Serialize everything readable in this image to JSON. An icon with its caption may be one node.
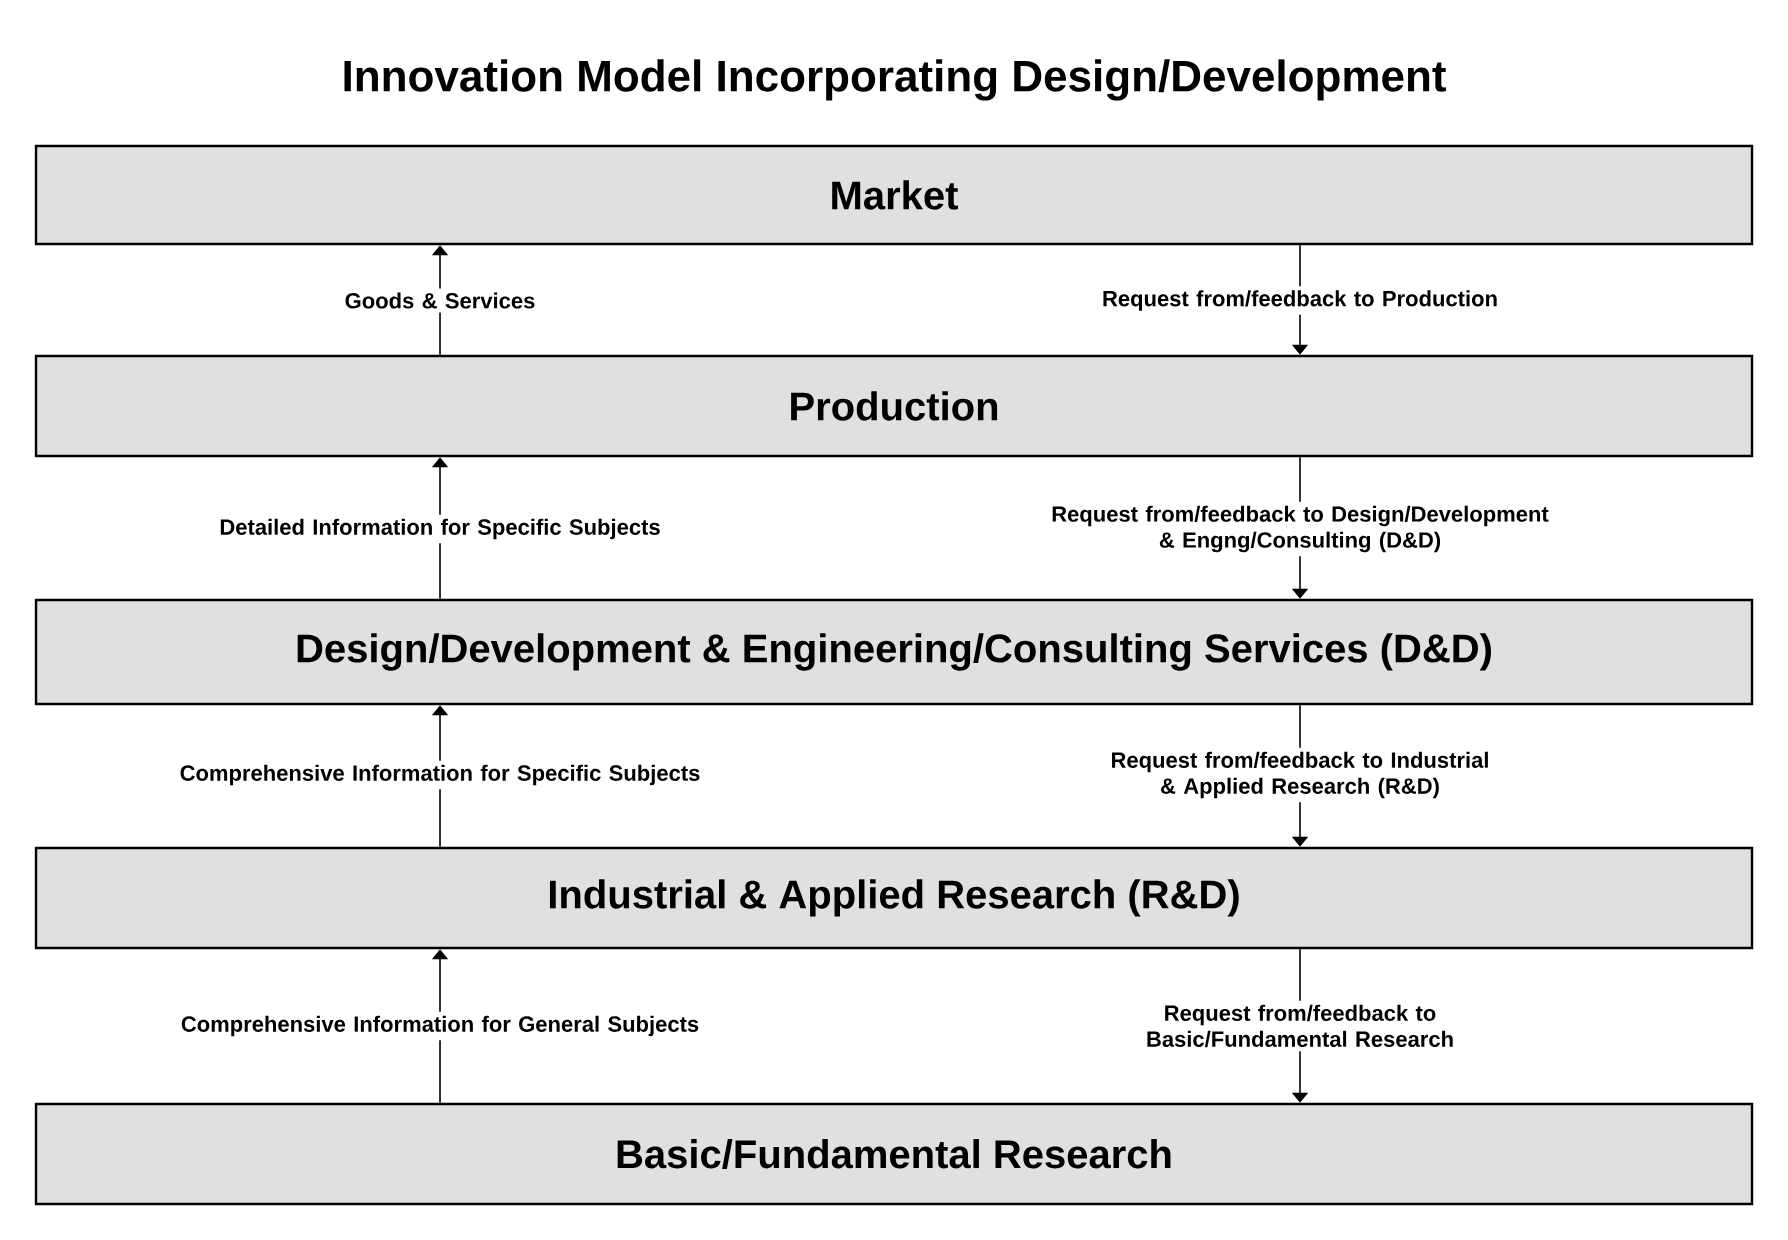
{
  "diagram": {
    "title": "Innovation Model Incorporating Design/Development",
    "nodes": [
      {
        "text": [
          "Market"
        ]
      },
      {
        "text": [
          "Production"
        ]
      },
      {
        "text": [
          "Design/Development & Engineering/Consulting Services (D&D)"
        ]
      },
      {
        "text": [
          "Industrial & Applied Research (R&D)"
        ]
      },
      {
        "text": [
          "Basic/Fundamental Research"
        ]
      }
    ],
    "edges": [
      {
        "from": 1,
        "to": 0,
        "arrow": "to",
        "label": "Goods & Services"
      },
      {
        "from": 0,
        "to": 1,
        "arrow": "to",
        "label": "Request from/feedback to Production"
      },
      {
        "from": 2,
        "to": 1,
        "arrow": "to",
        "label": "Detailed Information for Specific Subjects"
      },
      {
        "from": 1,
        "to": 2,
        "arrow": "to",
        "label": "Request from/feedback to Design/Development & Engng/Consulting (D&D)"
      },
      {
        "from": 3,
        "to": 2,
        "arrow": "to",
        "label": "Comprehensive Information for Specific Subjects"
      },
      {
        "from": 2,
        "to": 3,
        "arrow": "to",
        "label": "Request from/feedback to Industrial & Applied Research (R&D)"
      },
      {
        "from": 4,
        "to": 3,
        "arrow": "to",
        "label": "Comprehensive Information for General Subjects"
      },
      {
        "from": 3,
        "to": 4,
        "arrow": "to",
        "label": "Request from/feedback to Basic/Fundamental Research"
      }
    ]
  }
}
